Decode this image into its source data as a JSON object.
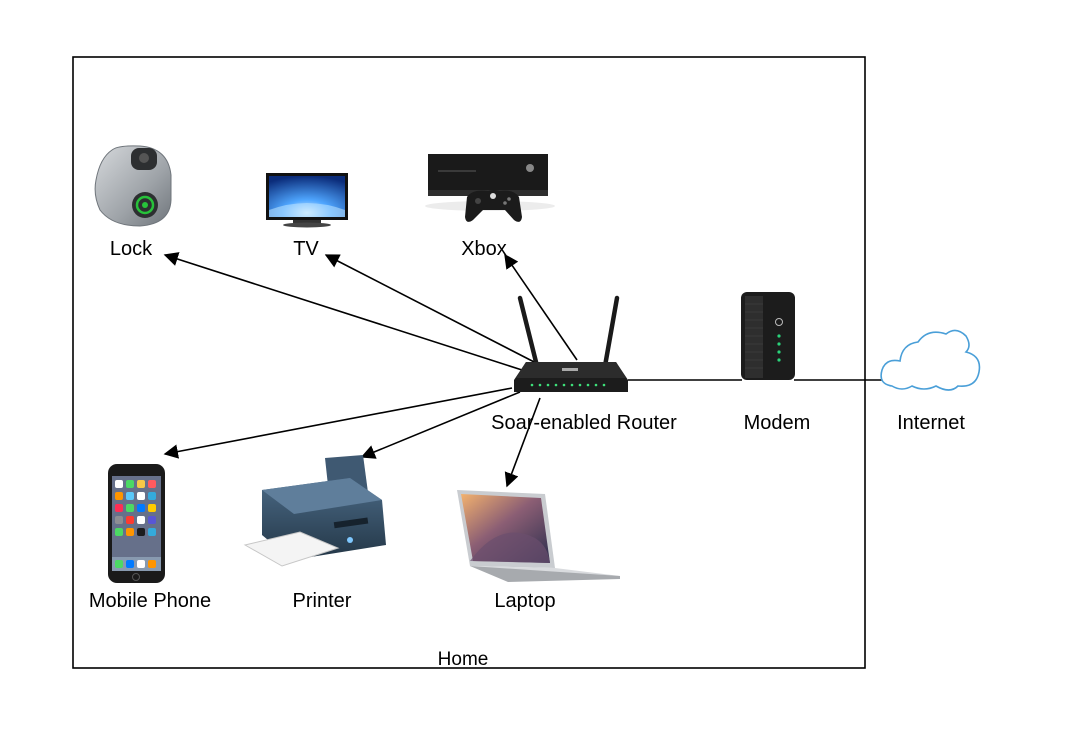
{
  "diagram": {
    "container_label": "Home",
    "nodes": {
      "lock": {
        "label": "Lock",
        "icon": "smart-lock-icon"
      },
      "tv": {
        "label": "TV",
        "icon": "tv-icon"
      },
      "xbox": {
        "label": "Xbox",
        "icon": "game-console-icon"
      },
      "router": {
        "label": "Soar-enabled Router",
        "icon": "router-icon"
      },
      "modem": {
        "label": "Modem",
        "icon": "modem-icon"
      },
      "internet": {
        "label": "Internet",
        "icon": "cloud-icon"
      },
      "phone": {
        "label": "Mobile Phone",
        "icon": "mobile-phone-icon"
      },
      "printer": {
        "label": "Printer",
        "icon": "printer-icon"
      },
      "laptop": {
        "label": "Laptop",
        "icon": "laptop-icon"
      }
    },
    "edges": [
      {
        "from": "router",
        "to": "lock",
        "arrow": true
      },
      {
        "from": "router",
        "to": "tv",
        "arrow": true
      },
      {
        "from": "router",
        "to": "xbox",
        "arrow": true
      },
      {
        "from": "router",
        "to": "phone",
        "arrow": true
      },
      {
        "from": "router",
        "to": "printer",
        "arrow": true
      },
      {
        "from": "router",
        "to": "laptop",
        "arrow": true
      },
      {
        "from": "router",
        "to": "modem",
        "arrow": false
      },
      {
        "from": "modem",
        "to": "internet",
        "arrow": false
      }
    ],
    "colors": {
      "line": "#000000",
      "cloud": "#4a9fd8",
      "device_dark": "#1a1a1a",
      "lock_body": "#9ea3a8",
      "lock_led": "#27c23a",
      "tv_screen": "#1e6fd1",
      "modem_led": "#2ad37a"
    }
  }
}
